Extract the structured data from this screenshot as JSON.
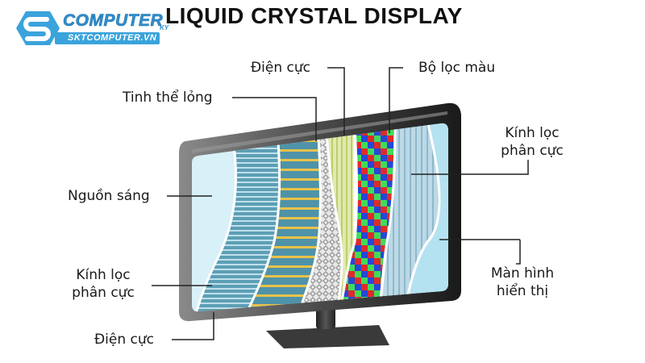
{
  "logo": {
    "brand": "COMPUTER",
    "suffix": "KY",
    "website": "SKTCOMPUTER.VN",
    "color_primary": "#3aa3dc",
    "color_dark": "#1f6fa8"
  },
  "title": "LIQUID CRYSTAL DISPLAY",
  "labels": {
    "electrode_top": "Điện cực",
    "liquid_crystal": "Tinh thể lỏng",
    "color_filter": "Bộ lọc màu",
    "polarizer_right_line1": "Kính lọc",
    "polarizer_right_line2": "phân cực",
    "light_source": "Nguồn sáng",
    "polarizer_left_line1": "Kính lọc",
    "polarizer_left_line2": "phân cực",
    "display_screen_line1": "Màn hình",
    "display_screen_line2": "hiển thị",
    "electrode_bottom": "Điện cực"
  },
  "colors": {
    "frame": "#2b2b2b",
    "screen_bg": "#d4eef8",
    "polarizer_blue": "#5a9fb8",
    "stripe_yellow": "#e8c24a",
    "filter_red": "#e02a2a",
    "filter_green": "#3fdc5a",
    "filter_blue": "#2548d8"
  }
}
